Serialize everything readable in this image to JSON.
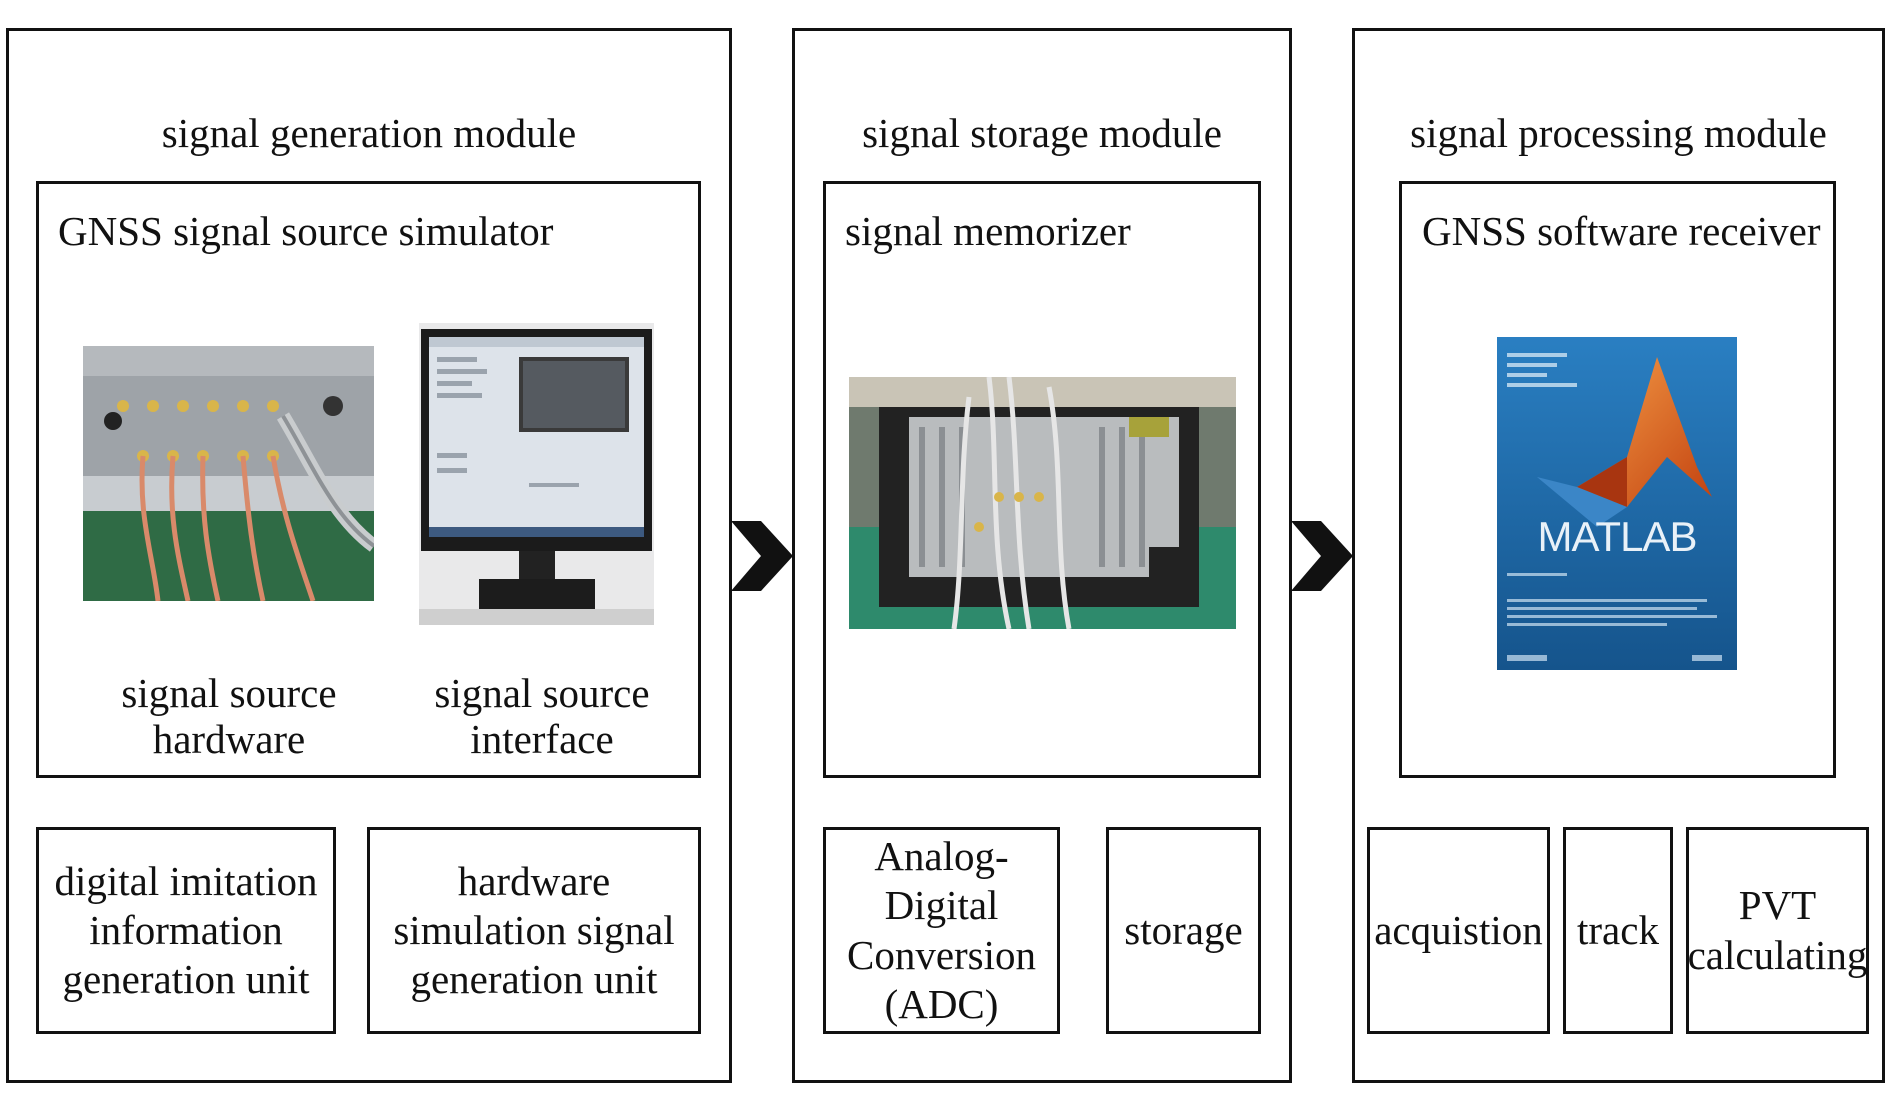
{
  "modules": {
    "generation": {
      "title": "signal generation module",
      "inner_title": "GNSS signal source simulator",
      "photo_captions": {
        "hardware_line1": "signal source",
        "hardware_line2": "hardware",
        "interface_line1": "signal source",
        "interface_line2": "interface"
      },
      "units": [
        "digital imitation information generation unit",
        "hardware simulation signal generation unit"
      ]
    },
    "storage": {
      "title": "signal storage module",
      "inner_title": "signal memorizer",
      "units": [
        "Analog-Digital Conversion (ADC)",
        "storage"
      ]
    },
    "processing": {
      "title": "signal processing module",
      "inner_title": "GNSS software receiver",
      "software_logo_text": "MATLAB",
      "units": [
        "acquistion",
        "track",
        "PVT calculating"
      ]
    }
  },
  "colors": {
    "border": "#111111",
    "arrow": "#111111",
    "matlab_blue": "#1f6fb3",
    "matlab_orange": "#e0601c",
    "pcb_green": "#2f6b45"
  }
}
